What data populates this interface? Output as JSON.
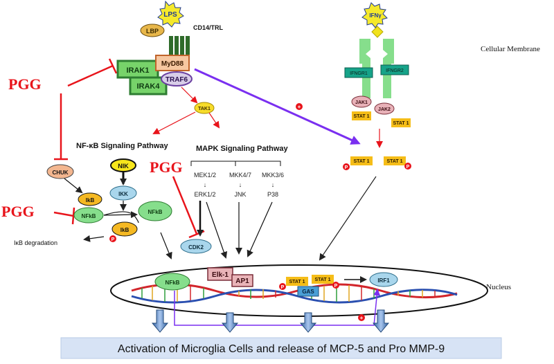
{
  "ligands": {
    "lps": "LPS",
    "lbp": "LBP",
    "ifng": "IFNγ"
  },
  "receptors": {
    "cd14": "CD14/TRL",
    "ifngr1": "IFNGR1",
    "ifngr2": "IFNGR2"
  },
  "adaptors": {
    "myd88": "MyD88",
    "irak1": "IRAK1",
    "irak4": "IRAK4",
    "traf6": "TRAF6",
    "tak1": "TAK1",
    "jak1": "JAK1",
    "jak2": "JAK2",
    "stat1": "STAT 1"
  },
  "labels": {
    "membrane": "Cellular Membrane",
    "nucleus": "Nucleus",
    "nfkb_pathway": "NF-κB Signaling Pathway",
    "mapk_pathway": "MAPK Signaling Pathway",
    "ikb_degradation": "IκB degradation"
  },
  "inhibitor": "PGG",
  "nfkb": {
    "chuk": "CHUK",
    "nik": "NIK",
    "ikk": "IKK",
    "ikb": "IkB",
    "nfkb": "NFkB"
  },
  "mapk": {
    "columns": [
      {
        "top": "MEK1/2",
        "arrow": "↓",
        "bottom": "ERK1/2"
      },
      {
        "top": "MKK4/7",
        "arrow": "↓",
        "bottom": "JNK"
      },
      {
        "top": "MKK3/6",
        "arrow": "↓",
        "bottom": "P38"
      }
    ],
    "cdk2": "CDK2"
  },
  "nuclear": {
    "nfkb": "NFkB",
    "elk1": "Elk-1",
    "ap1": "AP1",
    "stat1": "STAT 1",
    "gas": "GAS",
    "irf1": "IRF1"
  },
  "symbols": {
    "phospho": "P",
    "plus": "+"
  },
  "footer": "Activation of Microglia Cells and release of MCP-5 and Pro MMP-9",
  "colors": {
    "inhibition": "#e8141b",
    "activation_arrow": "#7a2ff0",
    "footer_bg": "#d7e3f5",
    "receptor_green": "#77d36a",
    "stat_yellow": "#f5bd18",
    "phospho_red": "#e8141b"
  }
}
